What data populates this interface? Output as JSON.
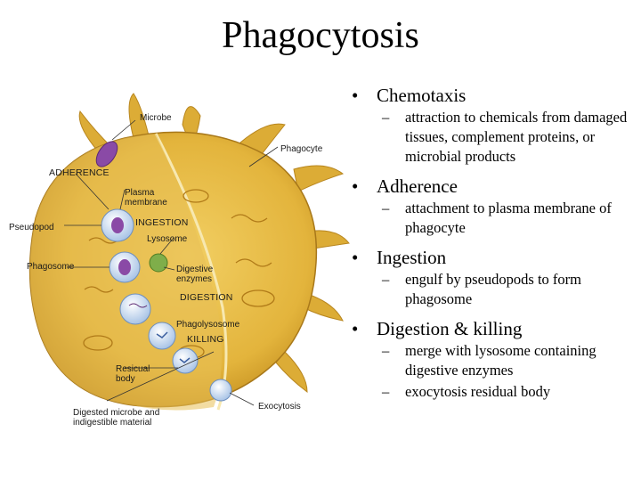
{
  "slide": {
    "title": "Phagocytosis"
  },
  "figure": {
    "labels": {
      "microbe": "Microbe",
      "phagocyte": "Phagocyte",
      "adherence": "ADHERENCE",
      "plasma_membrane": "Plasma\nmembrane",
      "ingestion": "INGESTION",
      "pseudopod": "Pseudopod",
      "lysosome": "Lysosome",
      "phagosome": "Phagosome",
      "digestive_enzymes": "Digestive\nenzymes",
      "digestion": "DIGESTION",
      "phagolysosome": "Phagolysosome",
      "killing": "KILLING",
      "residual_body": "Resicual\nbody",
      "digested_microbe": "Digested microbe and\nindigestible material",
      "exocytosis": "Exocytosis"
    },
    "colors": {
      "cell_body": "#e3b43c",
      "cell_dark": "#c08a1c",
      "microbe": "#8a4aa6",
      "vesicle": "#cfe0f2",
      "lysosome": "#7fae4a"
    }
  },
  "bullets": [
    {
      "text": "Chemotaxis",
      "subs": [
        "attraction to chemicals from damaged tissues, complement proteins, or microbial products"
      ]
    },
    {
      "text": "Adherence",
      "subs": [
        "attachment to plasma membrane of phagocyte"
      ]
    },
    {
      "text": "Ingestion",
      "subs": [
        "engulf by pseudopods to form phagosome"
      ]
    },
    {
      "text": "Digestion & killing",
      "subs": [
        "merge with lysosome containing digestive enzymes",
        "exocytosis residual body"
      ]
    }
  ]
}
